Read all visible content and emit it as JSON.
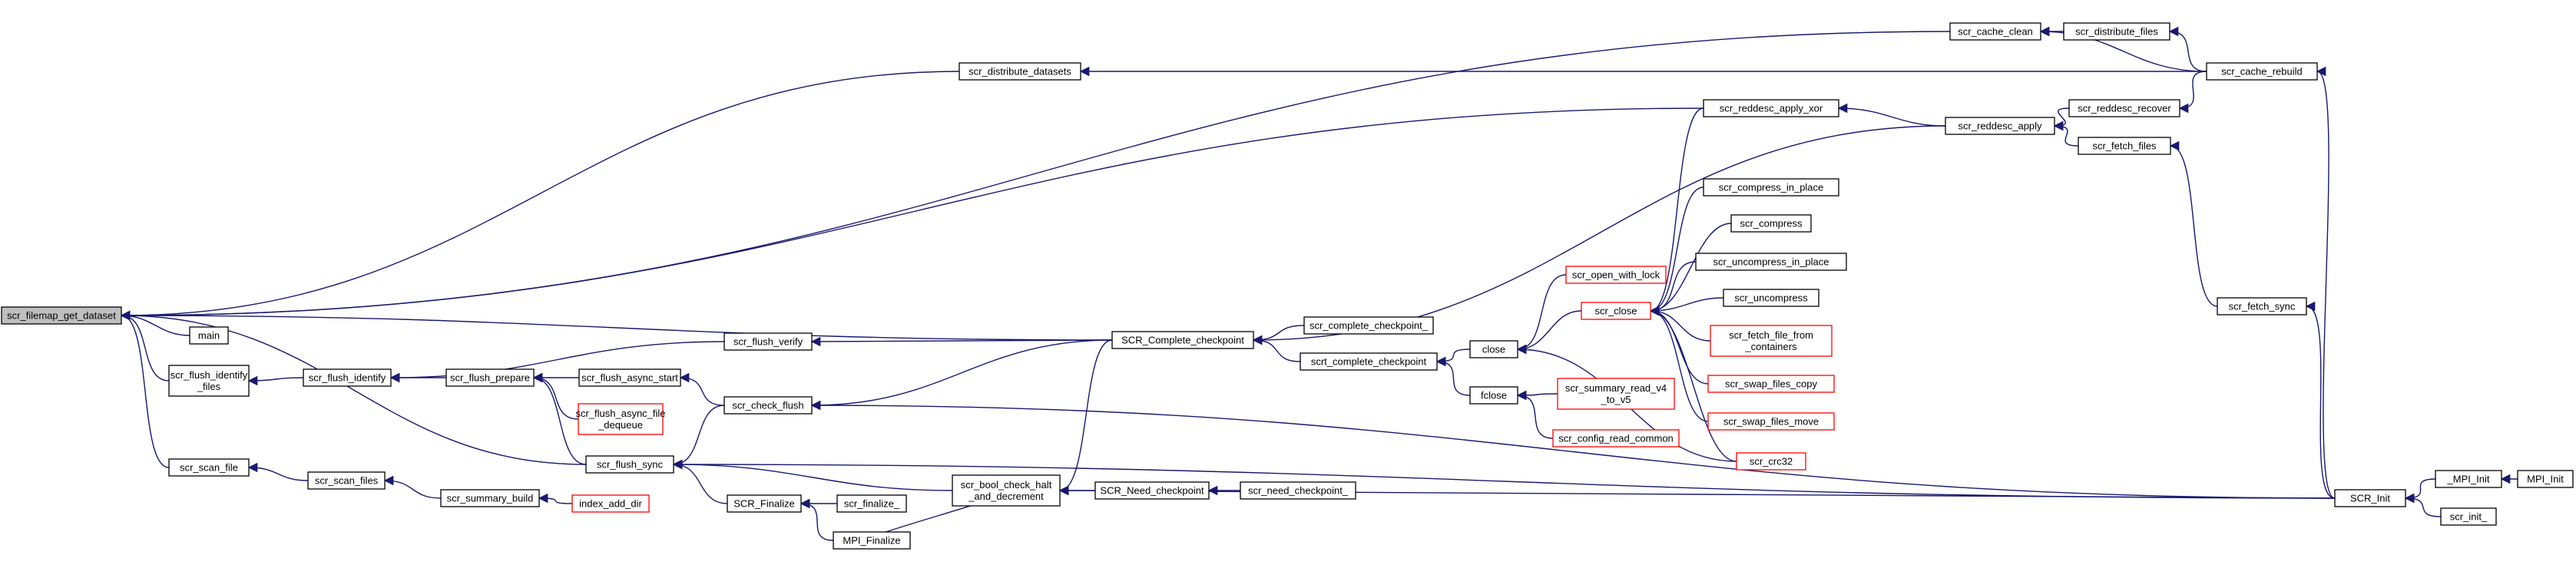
{
  "colors": {
    "edge": "#191970",
    "node_border": "#000000",
    "node_border_incomplete": "#ff0000",
    "root_fill": "#bfbfbf",
    "background": "#ffffff"
  },
  "nodes": [
    {
      "id": "n0",
      "label": [
        "scr_filemap_get_dataset"
      ],
      "root": true
    },
    {
      "id": "n1",
      "label": [
        "main"
      ]
    },
    {
      "id": "n2",
      "label": [
        "scr_flush_identify",
        "_files"
      ]
    },
    {
      "id": "n3",
      "label": [
        "scr_flush_identify"
      ]
    },
    {
      "id": "n4",
      "label": [
        "scr_flush_prepare"
      ]
    },
    {
      "id": "n5",
      "label": [
        "scr_flush_async_start"
      ]
    },
    {
      "id": "n6",
      "label": [
        "scr_flush_async_file",
        "_dequeue"
      ],
      "red": true
    },
    {
      "id": "n7",
      "label": [
        "scr_flush_verify"
      ]
    },
    {
      "id": "n8",
      "label": [
        "scr_check_flush"
      ]
    },
    {
      "id": "n9",
      "label": [
        "scr_flush_sync"
      ]
    },
    {
      "id": "n10",
      "label": [
        "scr_scan_file"
      ]
    },
    {
      "id": "n11",
      "label": [
        "scr_scan_files"
      ]
    },
    {
      "id": "n12",
      "label": [
        "scr_summary_build"
      ]
    },
    {
      "id": "n13",
      "label": [
        "index_add_dir"
      ],
      "red": true
    },
    {
      "id": "n14",
      "label": [
        "SCR_Finalize"
      ]
    },
    {
      "id": "n15",
      "label": [
        "scr_finalize_"
      ]
    },
    {
      "id": "n16",
      "label": [
        "MPI_Finalize"
      ]
    },
    {
      "id": "n17",
      "label": [
        "scr_bool_check_halt",
        "_and_decrement"
      ]
    },
    {
      "id": "n18",
      "label": [
        "SCR_Need_checkpoint"
      ]
    },
    {
      "id": "n19",
      "label": [
        "scr_need_checkpoint_"
      ]
    },
    {
      "id": "n20",
      "label": [
        "SCR_Complete_checkpoint"
      ]
    },
    {
      "id": "n21",
      "label": [
        "scr_complete_checkpoint_"
      ]
    },
    {
      "id": "n22",
      "label": [
        "scrt_complete_checkpoint"
      ]
    },
    {
      "id": "n23",
      "label": [
        "close"
      ]
    },
    {
      "id": "n24",
      "label": [
        "fclose"
      ]
    },
    {
      "id": "n25",
      "label": [
        "scr_open_with_lock"
      ],
      "red": true
    },
    {
      "id": "n26",
      "label": [
        "scr_close"
      ],
      "red": true
    },
    {
      "id": "n27",
      "label": [
        "scr_summary_read_v4",
        "_to_v5"
      ],
      "red": true
    },
    {
      "id": "n28",
      "label": [
        "scr_config_read_common"
      ],
      "red": true
    },
    {
      "id": "n29",
      "label": [
        "scr_compress_in_place"
      ]
    },
    {
      "id": "n30",
      "label": [
        "scr_compress"
      ]
    },
    {
      "id": "n31",
      "label": [
        "scr_uncompress_in_place"
      ]
    },
    {
      "id": "n32",
      "label": [
        "scr_uncompress"
      ]
    },
    {
      "id": "n33",
      "label": [
        "scr_fetch_file_from",
        "_containers"
      ],
      "red": true
    },
    {
      "id": "n34",
      "label": [
        "scr_swap_files_copy"
      ],
      "red": true
    },
    {
      "id": "n35",
      "label": [
        "scr_swap_files_move"
      ],
      "red": true
    },
    {
      "id": "n36",
      "label": [
        "scr_crc32"
      ],
      "red": true
    },
    {
      "id": "n37",
      "label": [
        "scr_distribute_datasets"
      ]
    },
    {
      "id": "n38",
      "label": [
        "scr_cache_clean"
      ]
    },
    {
      "id": "n39",
      "label": [
        "scr_distribute_files"
      ]
    },
    {
      "id": "n40",
      "label": [
        "scr_reddesc_apply_xor"
      ]
    },
    {
      "id": "n41",
      "label": [
        "scr_reddesc_apply"
      ]
    },
    {
      "id": "n42",
      "label": [
        "scr_reddesc_recover"
      ]
    },
    {
      "id": "n43",
      "label": [
        "scr_fetch_files"
      ]
    },
    {
      "id": "n44",
      "label": [
        "scr_cache_rebuild"
      ]
    },
    {
      "id": "n45",
      "label": [
        "scr_fetch_sync"
      ]
    },
    {
      "id": "n46",
      "label": [
        "SCR_Init"
      ]
    },
    {
      "id": "n47",
      "label": [
        "_MPI_Init"
      ]
    },
    {
      "id": "n48",
      "label": [
        "MPI_Init"
      ]
    },
    {
      "id": "n49",
      "label": [
        "scr_init_"
      ]
    }
  ],
  "edges": [
    [
      "n0",
      "n1"
    ],
    [
      "n0",
      "n2"
    ],
    [
      "n0",
      "n9"
    ],
    [
      "n0",
      "n10"
    ],
    [
      "n0",
      "n20"
    ],
    [
      "n0",
      "n37"
    ],
    [
      "n0",
      "n38"
    ],
    [
      "n0",
      "n40"
    ],
    [
      "n2",
      "n3"
    ],
    [
      "n3",
      "n4"
    ],
    [
      "n3",
      "n7"
    ],
    [
      "n4",
      "n5"
    ],
    [
      "n4",
      "n6"
    ],
    [
      "n4",
      "n9"
    ],
    [
      "n5",
      "n8"
    ],
    [
      "n7",
      "n20"
    ],
    [
      "n8",
      "n20"
    ],
    [
      "n8",
      "n46"
    ],
    [
      "n9",
      "n8"
    ],
    [
      "n9",
      "n14"
    ],
    [
      "n9",
      "n17"
    ],
    [
      "n9",
      "n46"
    ],
    [
      "n10",
      "n11"
    ],
    [
      "n11",
      "n12"
    ],
    [
      "n12",
      "n13"
    ],
    [
      "n14",
      "n15"
    ],
    [
      "n14",
      "n16"
    ],
    [
      "n17",
      "n16"
    ],
    [
      "n17",
      "n18"
    ],
    [
      "n17",
      "n20"
    ],
    [
      "n17",
      "n46"
    ],
    [
      "n18",
      "n19"
    ],
    [
      "n20",
      "n21"
    ],
    [
      "n20",
      "n22"
    ],
    [
      "n20",
      "n41"
    ],
    [
      "n22",
      "n23"
    ],
    [
      "n22",
      "n24"
    ],
    [
      "n23",
      "n25"
    ],
    [
      "n23",
      "n26"
    ],
    [
      "n23",
      "n36"
    ],
    [
      "n24",
      "n27"
    ],
    [
      "n24",
      "n28"
    ],
    [
      "n26",
      "n29"
    ],
    [
      "n26",
      "n30"
    ],
    [
      "n26",
      "n31"
    ],
    [
      "n26",
      "n32"
    ],
    [
      "n26",
      "n33"
    ],
    [
      "n26",
      "n34"
    ],
    [
      "n26",
      "n35"
    ],
    [
      "n26",
      "n36"
    ],
    [
      "n26",
      "n40"
    ],
    [
      "n37",
      "n44"
    ],
    [
      "n38",
      "n39"
    ],
    [
      "n38",
      "n44"
    ],
    [
      "n39",
      "n44"
    ],
    [
      "n40",
      "n41"
    ],
    [
      "n41",
      "n42"
    ],
    [
      "n41",
      "n43"
    ],
    [
      "n42",
      "n44"
    ],
    [
      "n43",
      "n45"
    ],
    [
      "n44",
      "n46"
    ],
    [
      "n45",
      "n46"
    ],
    [
      "n46",
      "n47"
    ],
    [
      "n46",
      "n49"
    ],
    [
      "n47",
      "n48"
    ]
  ]
}
